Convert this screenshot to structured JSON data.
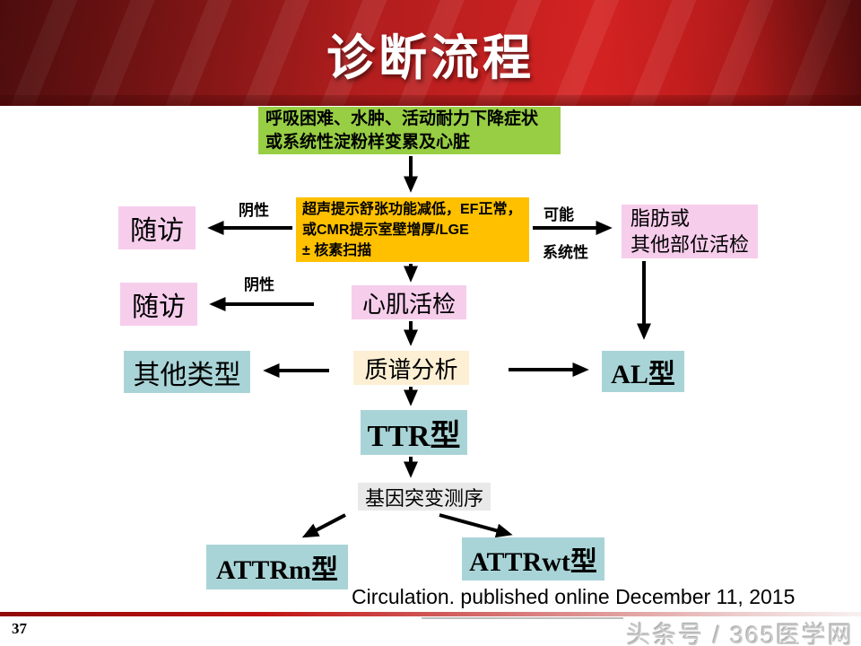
{
  "slide": {
    "title": "诊断流程",
    "page_number": "37",
    "citation": "Circulation. published online December 11, 2015",
    "watermark": "头条号 / 365医学网"
  },
  "flowchart": {
    "nodes": {
      "symptoms": {
        "lines": [
          "呼吸困难、水肿、活动耐力下降症状",
          "或系统性淀粉样变累及心脏"
        ],
        "color": "#97ce44"
      },
      "imaging": {
        "lines": [
          "超声提示舒张功能减低，EF正常，",
          "或CMR提示室壁增厚/LGE",
          "± 核素扫描"
        ],
        "color": "#ffc000"
      },
      "followup1": {
        "label": "随访",
        "color": "#f7cdec"
      },
      "followup2": {
        "label": "随访",
        "color": "#f7cdec"
      },
      "fat_biopsy": {
        "lines": [
          "脂肪或",
          "其他部位活检"
        ],
        "color": "#f7cdec"
      },
      "myocardial_biopsy": {
        "label": "心肌活检",
        "color": "#f7cdec"
      },
      "mass_spec": {
        "label": "质谱分析",
        "color": "#fcefd4"
      },
      "other_type": {
        "label": "其他类型",
        "color": "#a9d4d7"
      },
      "al_type": {
        "label": "AL型",
        "color": "#a9d4d7"
      },
      "ttr_type": {
        "label": "TTR型",
        "color": "#a9d4d7"
      },
      "gene_sequencing": {
        "label": "基因突变测序",
        "color": "#e9e9e9"
      },
      "attrm_type": {
        "label": "ATTRm型",
        "color": "#a9d4d7"
      },
      "attrwt_type": {
        "label": "ATTRwt型",
        "color": "#a9d4d7"
      }
    },
    "edge_labels": {
      "negative_1": "阴性",
      "negative_2": "阴性",
      "possible": "可能",
      "systemic": "系统性"
    }
  },
  "colors": {
    "banner_red_dark": "#7c1414",
    "banner_red_bright": "#d42222",
    "title_text": "#ffffff",
    "arrow": "#000000",
    "citation_text": "#000000",
    "footer_line_red": "#a00c0c",
    "watermark_gray": "#c9c9c9"
  }
}
